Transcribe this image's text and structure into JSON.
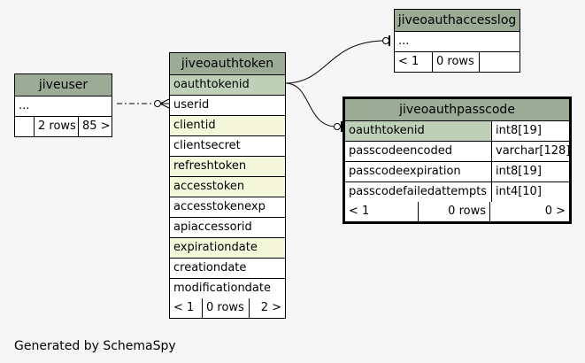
{
  "tables": {
    "jiveuser": {
      "name": "jiveuser",
      "ellipsis": "...",
      "footer": [
        "",
        "2 rows",
        "85 >"
      ]
    },
    "jiveoauthtoken": {
      "name": "jiveoauthtoken",
      "columns": [
        {
          "name": "oauthtokenid",
          "kind": "pk"
        },
        {
          "name": "userid",
          "kind": "plain"
        },
        {
          "name": "clientid",
          "kind": "fk"
        },
        {
          "name": "clientsecret",
          "kind": "plain"
        },
        {
          "name": "refreshtoken",
          "kind": "fk"
        },
        {
          "name": "accesstoken",
          "kind": "fk"
        },
        {
          "name": "accesstokenexp",
          "kind": "plain"
        },
        {
          "name": "apiaccessorid",
          "kind": "plain"
        },
        {
          "name": "expirationdate",
          "kind": "fk"
        },
        {
          "name": "creationdate",
          "kind": "plain"
        },
        {
          "name": "modificationdate",
          "kind": "plain"
        }
      ],
      "footer": [
        "< 1",
        "0 rows",
        "2 >"
      ]
    },
    "jiveoauthaccesslog": {
      "name": "jiveoauthaccesslog",
      "ellipsis": "...",
      "footer": [
        "< 1",
        "0 rows",
        ""
      ]
    },
    "jiveoauthpasscode": {
      "name": "jiveoauthpasscode",
      "columns": [
        {
          "name": "oauthtokenid",
          "type": "int8[19]",
          "kind": "pk"
        },
        {
          "name": "passcodeencoded",
          "type": "varchar[128]",
          "kind": "plain"
        },
        {
          "name": "passcodeexpiration",
          "type": "int8[19]",
          "kind": "plain"
        },
        {
          "name": "passcodefailedattempts",
          "type": "int4[10]",
          "kind": "plain"
        }
      ],
      "footer": [
        "< 1",
        "0 rows",
        "0 >"
      ]
    }
  },
  "colors": {
    "header": "#9bab96",
    "primary_key": "#bed1b8",
    "foreign_key": "#f4f7da",
    "background": "#f6f6f6"
  },
  "footer_text": "Generated by SchemaSpy"
}
